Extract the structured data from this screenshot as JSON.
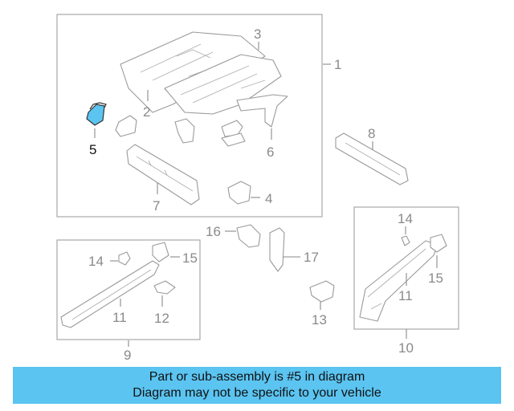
{
  "callouts": {
    "c1": "1",
    "c2": "2",
    "c3": "3",
    "c4": "4",
    "c5": "5",
    "c6": "6",
    "c7": "7",
    "c8": "8",
    "c9": "9",
    "c10": "10",
    "c11a": "11",
    "c11b": "11",
    "c12": "12",
    "c13": "13",
    "c14a": "14",
    "c14b": "14",
    "c15a": "15",
    "c15b": "15",
    "c16": "16",
    "c17": "17"
  },
  "banner": {
    "line1": "Part or sub-assembly is #5 in diagram",
    "line2": "Diagram may not be specific to your vehicle"
  },
  "colors": {
    "highlight": "#5bc4f1",
    "banner": "#5bc4f1"
  }
}
